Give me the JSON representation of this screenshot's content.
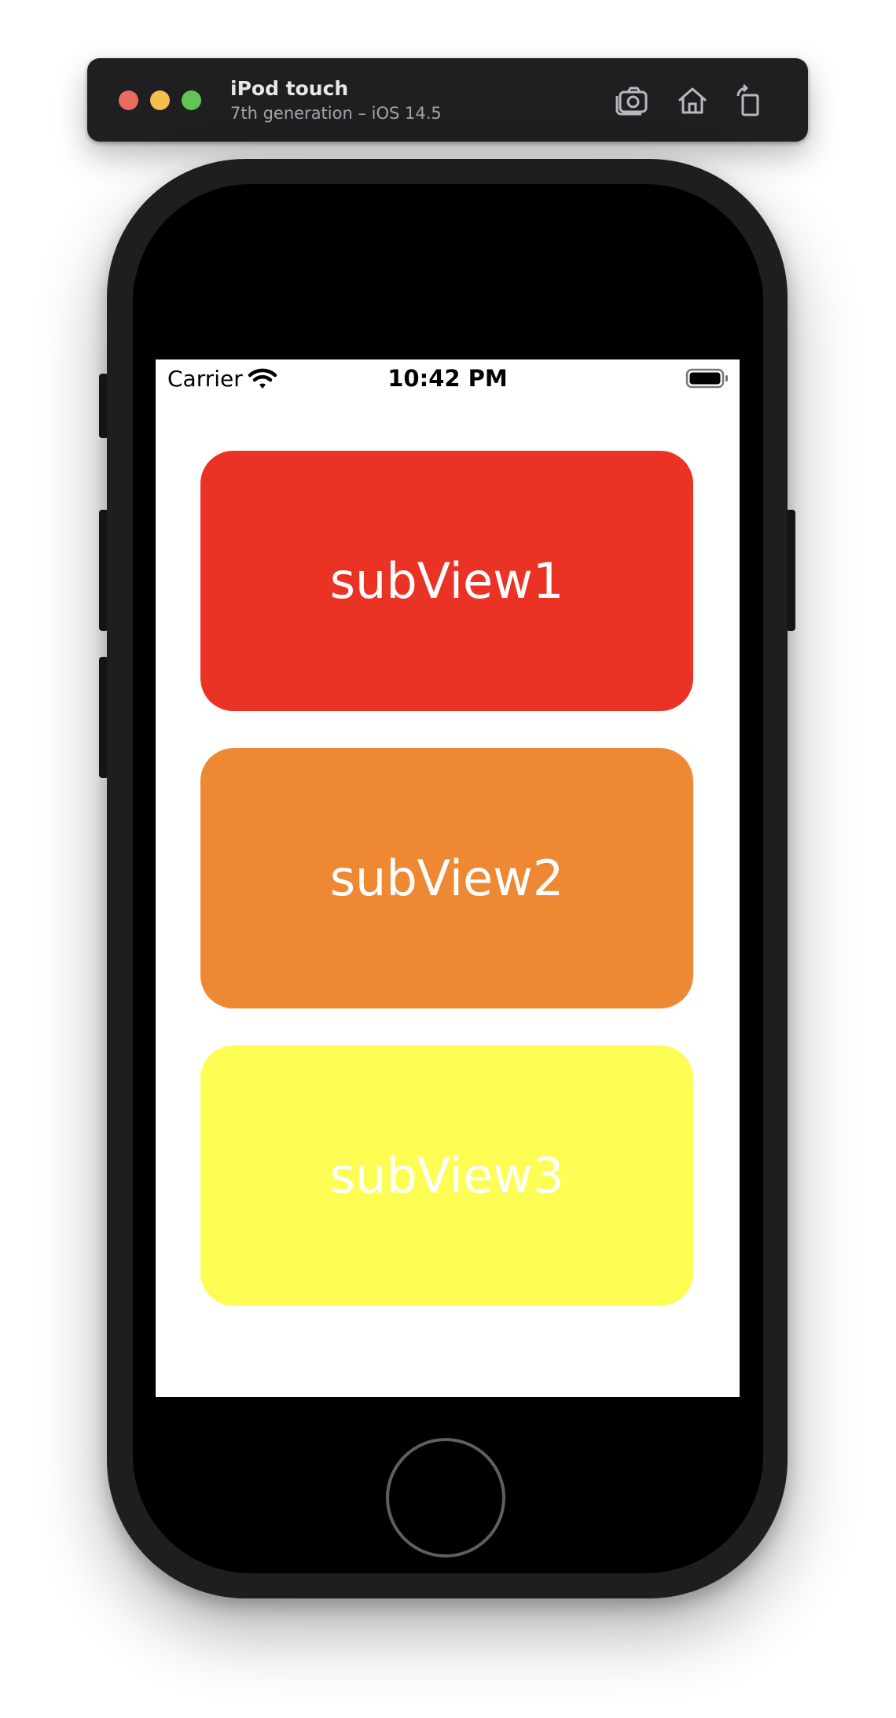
{
  "simulator": {
    "device_name": "iPod touch",
    "device_subtitle": "7th generation – iOS 14.5",
    "toolbar_icons": [
      "screenshot-icon",
      "home-icon",
      "rotate-icon"
    ]
  },
  "statusbar": {
    "carrier": "Carrier",
    "time": "10:42 PM"
  },
  "cards": [
    {
      "label": "subView1",
      "color": "#ea3324"
    },
    {
      "label": "subView2",
      "color": "#ef8833"
    },
    {
      "label": "subView3",
      "color": "#fdfd54"
    }
  ],
  "colors": {
    "screen_background": "#ffffff",
    "device_body": "#1e1e20",
    "titlebar": "#1f1f21"
  }
}
